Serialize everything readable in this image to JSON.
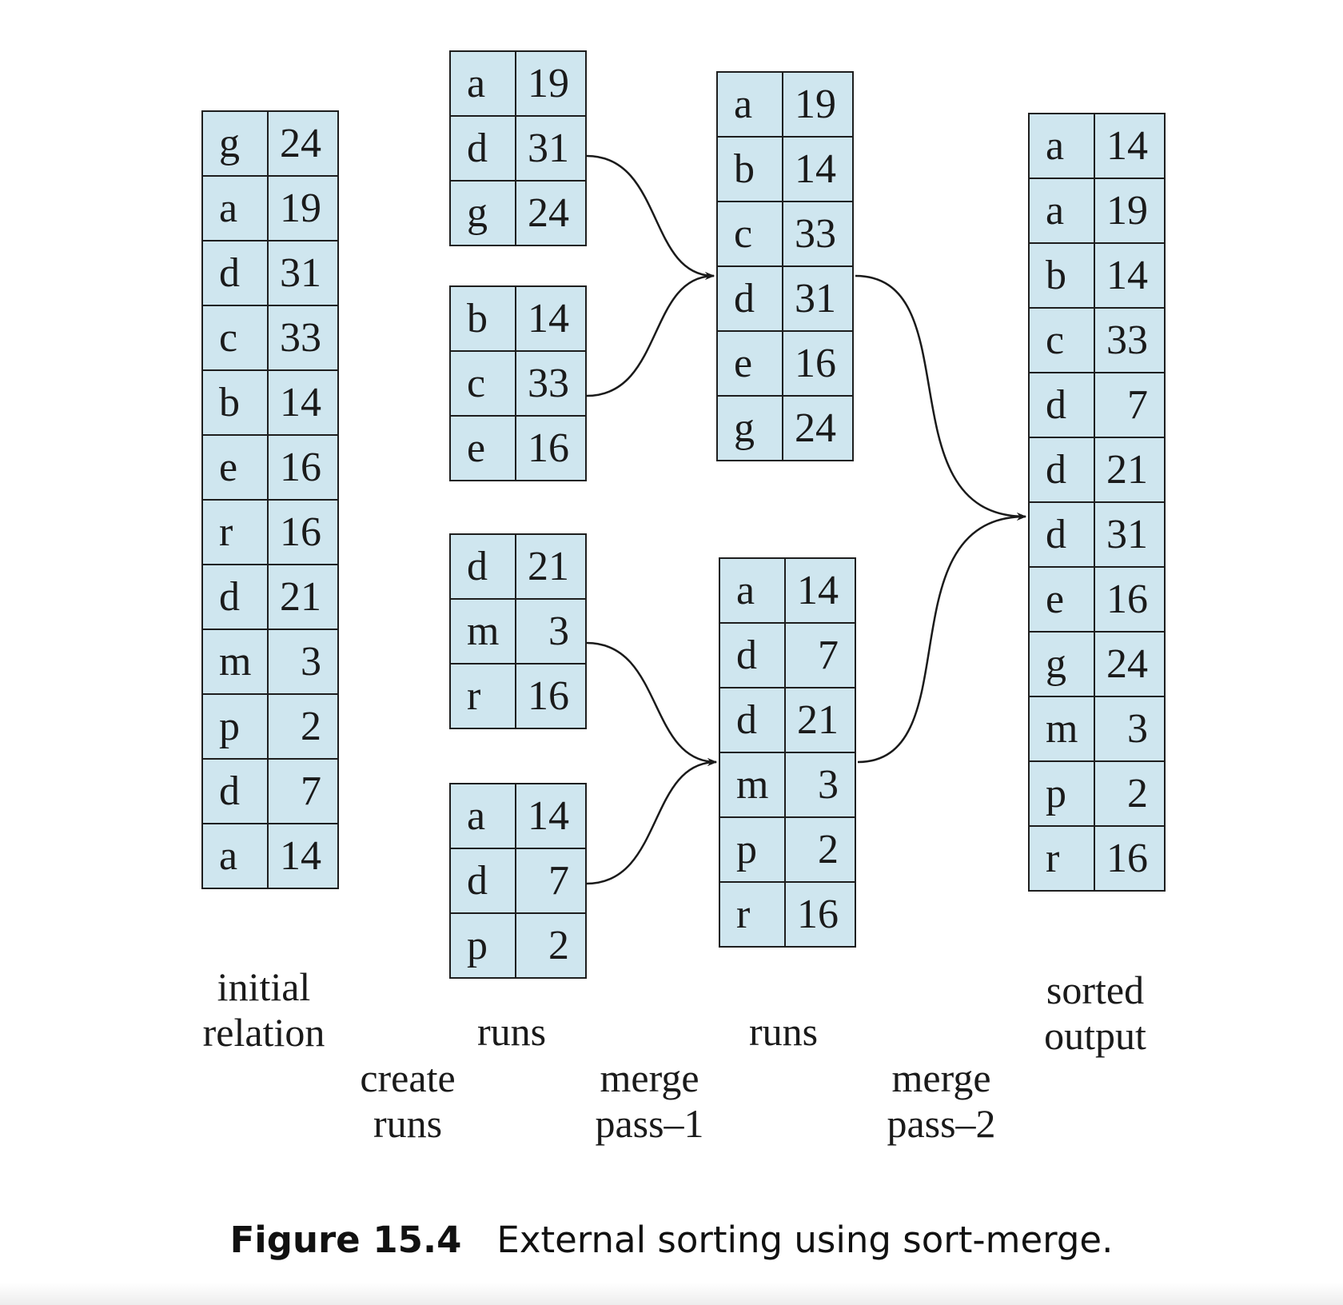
{
  "initial_relation": [
    [
      "g",
      "24"
    ],
    [
      "a",
      "19"
    ],
    [
      "d",
      "31"
    ],
    [
      "c",
      "33"
    ],
    [
      "b",
      "14"
    ],
    [
      "e",
      "16"
    ],
    [
      "r",
      "16"
    ],
    [
      "d",
      "21"
    ],
    [
      "m",
      "3"
    ],
    [
      "p",
      "2"
    ],
    [
      "d",
      "7"
    ],
    [
      "a",
      "14"
    ]
  ],
  "runs_1": [
    [
      [
        "a",
        "19"
      ],
      [
        "d",
        "31"
      ],
      [
        "g",
        "24"
      ]
    ],
    [
      [
        "b",
        "14"
      ],
      [
        "c",
        "33"
      ],
      [
        "e",
        "16"
      ]
    ],
    [
      [
        "d",
        "21"
      ],
      [
        "m",
        "3"
      ],
      [
        "r",
        "16"
      ]
    ],
    [
      [
        "a",
        "14"
      ],
      [
        "d",
        "7"
      ],
      [
        "p",
        "2"
      ]
    ]
  ],
  "runs_2": [
    [
      [
        "a",
        "19"
      ],
      [
        "b",
        "14"
      ],
      [
        "c",
        "33"
      ],
      [
        "d",
        "31"
      ],
      [
        "e",
        "16"
      ],
      [
        "g",
        "24"
      ]
    ],
    [
      [
        "a",
        "14"
      ],
      [
        "d",
        "7"
      ],
      [
        "d",
        "21"
      ],
      [
        "m",
        "3"
      ],
      [
        "p",
        "2"
      ],
      [
        "r",
        "16"
      ]
    ]
  ],
  "sorted_output": [
    [
      "a",
      "14"
    ],
    [
      "a",
      "19"
    ],
    [
      "b",
      "14"
    ],
    [
      "c",
      "33"
    ],
    [
      "d",
      "7"
    ],
    [
      "d",
      "21"
    ],
    [
      "d",
      "31"
    ],
    [
      "e",
      "16"
    ],
    [
      "g",
      "24"
    ],
    [
      "m",
      "3"
    ],
    [
      "p",
      "2"
    ],
    [
      "r",
      "16"
    ]
  ],
  "labels": {
    "initial_relation": [
      "initial",
      "relation"
    ],
    "create_runs": [
      "create",
      "runs"
    ],
    "runs_1": [
      "runs"
    ],
    "merge_pass_1": [
      "merge",
      "pass–1"
    ],
    "runs_2": [
      "runs"
    ],
    "merge_pass_2": [
      "merge",
      "pass–2"
    ],
    "sorted_output": [
      "sorted",
      "output"
    ]
  },
  "caption": {
    "figure": "Figure 15.4",
    "text": "External sorting using sort-merge."
  },
  "colors": {
    "cell_fill": "#cfe6ef",
    "border": "#1e1e1e",
    "arrow": "#1a1a1a"
  }
}
